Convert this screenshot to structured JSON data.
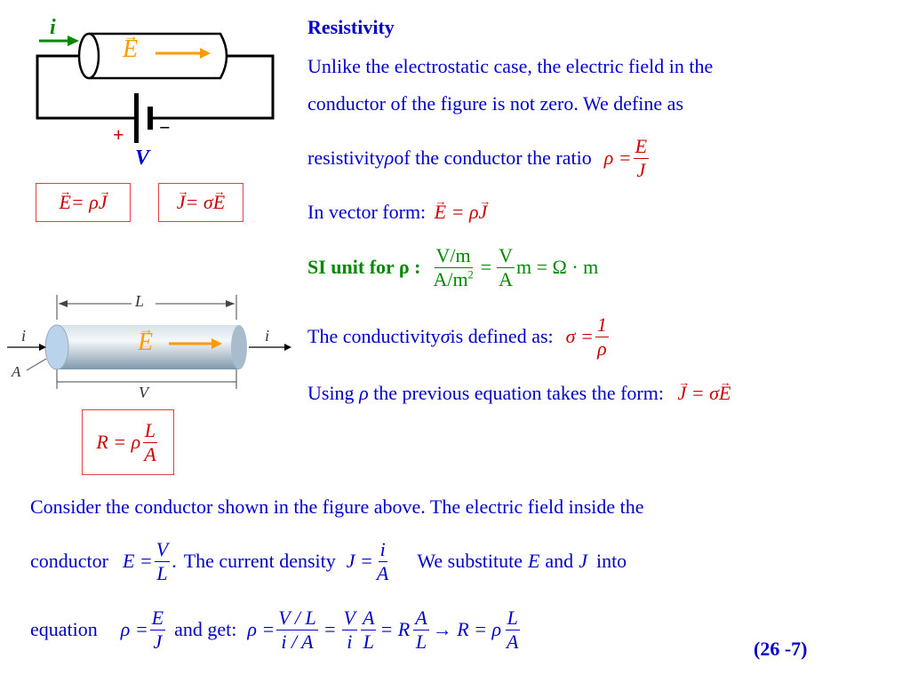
{
  "figure_top": {
    "current_label": "i",
    "field_label": "E",
    "plus_label": "+",
    "minus_label": "−",
    "voltage_label": "V",
    "box1": {
      "lhs": "E",
      "eq": " = ρ",
      "rhs": "J"
    },
    "box2": {
      "lhs": "J",
      "eq": " = σ",
      "rhs": "E"
    }
  },
  "figure_bottom": {
    "length_label": "L",
    "voltage_label": "V",
    "area_label": "A",
    "current_in": "i",
    "current_out": "i",
    "field_label": "E",
    "box": {
      "lhs": "R = ρ",
      "num": "L",
      "den": "A"
    }
  },
  "right": {
    "title": "Resistivity",
    "p1_line1": "Unlike the electrostatic case, the electric field in the",
    "p1_line2": "conductor of the figure is not zero.  We define as",
    "p1_line3a": "resistivity ",
    "rho": "ρ",
    "p1_line3b": " of the conductor the ratio",
    "ratio": {
      "lhs": "ρ = ",
      "num": "E",
      "den": "J"
    },
    "vector_form_label": "In vector form: ",
    "vector_form": {
      "lhs": "E",
      "eq": " = ρ",
      "rhs": "J"
    },
    "si_label": "SI  unit for ρ :",
    "si_frac1": {
      "num": "V/m",
      "den_base": "A/m",
      "den_sup": "2"
    },
    "si_eq1": "=",
    "si_frac2": {
      "num": "V",
      "den": "A"
    },
    "si_tail": "m = Ω · m",
    "cond_text_a": "The conductivity ",
    "sigma": "σ",
    "cond_text_b": " is defined as:",
    "cond_eq": {
      "lhs": "σ = ",
      "num": "1",
      "den": "ρ"
    },
    "using_text_a": "Using ",
    "using_text_b": " the previous equation takes the form:",
    "using_eq": {
      "lhs": "J",
      "eq": " = σ",
      "rhs": "E"
    }
  },
  "bottom": {
    "line1": "Consider the conductor shown in the figure above.  The electric field inside the",
    "l2_a": "conductor",
    "l2_eq1": {
      "lhs": "E = ",
      "num": "V",
      "den": "L",
      "tail": "."
    },
    "l2_b": "The current density",
    "l2_eq2": {
      "lhs": "J = ",
      "num": "i",
      "den": "A"
    },
    "l2_c": "We substitute",
    "l2_E": "E",
    "l2_and": "and",
    "l2_J": "J",
    "l2_into": "into",
    "l3_a": "equation",
    "l3_eq1": {
      "lhs": "ρ = ",
      "num": "E",
      "den": "J"
    },
    "l3_b": "and get:",
    "l3_rho": "ρ = ",
    "f1": {
      "num": "V / L",
      "den": "i / A"
    },
    "f2a": {
      "num": "V",
      "den": "i"
    },
    "f2b": {
      "num": "A",
      "den": "L"
    },
    "eqR": "= R",
    "f3": {
      "num": "A",
      "den": "L"
    },
    "arrow": "→ R = ρ",
    "f4": {
      "num": "L",
      "den": "A"
    },
    "eq_number": "(26 -7)"
  },
  "colors": {
    "blue": "#0000cc",
    "red": "#cc0000",
    "green": "#008800",
    "orange": "#ff9900"
  }
}
